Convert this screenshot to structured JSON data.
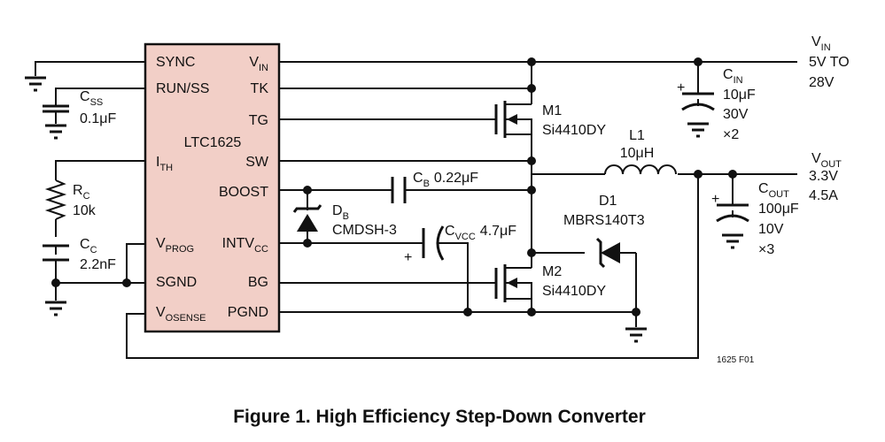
{
  "ic": {
    "name": "LTC1625",
    "fill": "#f2cfc7",
    "pins_left": [
      {
        "main": "SYNC",
        "sub": ""
      },
      {
        "main": "RUN/SS",
        "sub": ""
      },
      {
        "main": "I",
        "sub": "TH"
      },
      {
        "main": "V",
        "sub": "PROG"
      },
      {
        "main": "SGND",
        "sub": ""
      },
      {
        "main": "V",
        "sub": "OSENSE"
      }
    ],
    "pins_right": [
      {
        "main": "V",
        "sub": "IN"
      },
      {
        "main": "TK",
        "sub": ""
      },
      {
        "main": "TG",
        "sub": ""
      },
      {
        "main": "SW",
        "sub": ""
      },
      {
        "main": "BOOST",
        "sub": ""
      },
      {
        "main": "INTV",
        "sub": "CC"
      },
      {
        "main": "BG",
        "sub": ""
      },
      {
        "main": "PGND",
        "sub": ""
      }
    ]
  },
  "components": {
    "css": {
      "name": "C",
      "sub": "SS",
      "value": "0.1μF"
    },
    "rc": {
      "name": "R",
      "sub": "C",
      "value": "10k"
    },
    "cc": {
      "name": "C",
      "sub": "C",
      "value": "2.2nF"
    },
    "cb": {
      "name": "C",
      "sub": "B",
      "value": "0.22μF"
    },
    "db": {
      "name": "D",
      "sub": "B",
      "value": "CMDSH-3"
    },
    "cvcc": {
      "name": "C",
      "sub": "VCC",
      "value": "4.7μF"
    },
    "m1": {
      "name": "M1",
      "value": "Si4410DY"
    },
    "m2": {
      "name": "M2",
      "value": "Si4410DY"
    },
    "d1": {
      "name": "D1",
      "value": "MBRS140T3"
    },
    "l1": {
      "name": "L1",
      "value": "10μH"
    },
    "cin": {
      "name": "C",
      "sub": "IN",
      "value1": "10μF",
      "value2": "30V",
      "value3": "×2"
    },
    "cout": {
      "name": "C",
      "sub": "OUT",
      "value1": "100μF",
      "value2": "10V",
      "value3": "×3"
    }
  },
  "terminals": {
    "vin": {
      "name": "V",
      "sub": "IN",
      "line1": "5V TO",
      "line2": "28V"
    },
    "vout": {
      "name": "V",
      "sub": "OUT",
      "line1": "3.3V",
      "line2": "4.5A"
    }
  },
  "figure_id": "1625 F01",
  "caption": "Figure 1. High Efficiency Step-Down Converter",
  "plus_sign": "+"
}
